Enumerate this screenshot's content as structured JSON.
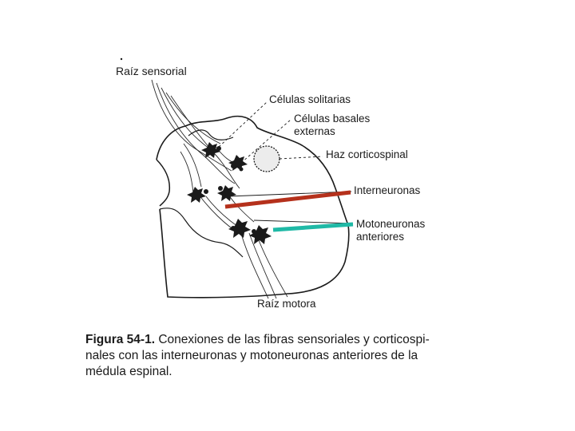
{
  "labels": {
    "sensory_root": "Raíz sensorial",
    "solitary_cells": "Células solitarias",
    "external_basal_1": "Células basales",
    "external_basal_2": "externas",
    "corticospinal": "Haz corticospinal",
    "interneurons": "Interneuronas",
    "motor_1": "Motoneuronas",
    "motor_2": "anteriores",
    "motor_root": "Raíz motora"
  },
  "caption": {
    "figure_id": "Figura 54-1.",
    "text_line1": "Conexiones de las fibras sensoriales y corticospi-",
    "text_line2": "nales con las interneuronas y motoneuronas anteriores de la",
    "text_line3": "médula espinal."
  },
  "colors": {
    "interneuron_marker": "#b5311c",
    "motoneuron_marker": "#1fb9a6",
    "ink": "#1a1a1a"
  }
}
